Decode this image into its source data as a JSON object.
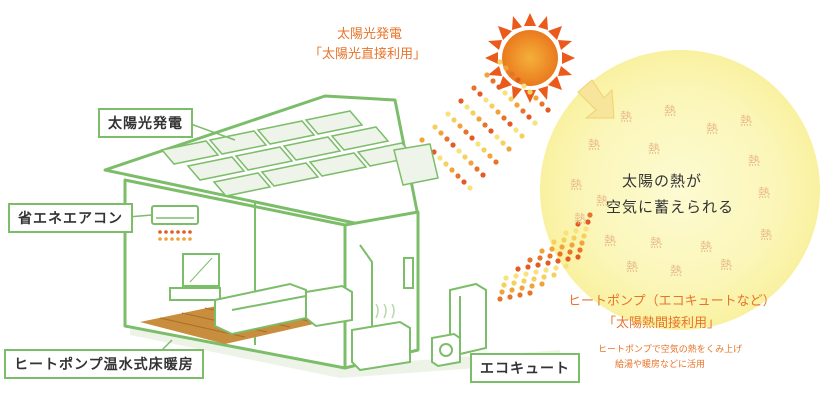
{
  "pv_direct": {
    "title": "太陽光発電",
    "subtitle": "「太陽光直接利用」"
  },
  "house_labels": {
    "solar": "太陽光発電",
    "aircon": "省エネエアコン",
    "floor_heating": "ヒートポンプ温水式床暖房",
    "ecocute": "エコキュート"
  },
  "heat_bubble": {
    "line1": "太陽の熱が",
    "line2": "空気に蓄えられる",
    "heat_char": "熱"
  },
  "heatpump": {
    "title": "ヒートポンプ（エコキュートなど）",
    "subtitle": "「太陽熱間接利用」",
    "note1": "ヒートポンプで空気の熱をくみ上げ",
    "note2": "給湯や暖房などに活用"
  },
  "colors": {
    "green": "#7cbd6a",
    "orange": "#e8742a",
    "sun": "#f29a2e",
    "glow": "#fbf6b8"
  }
}
